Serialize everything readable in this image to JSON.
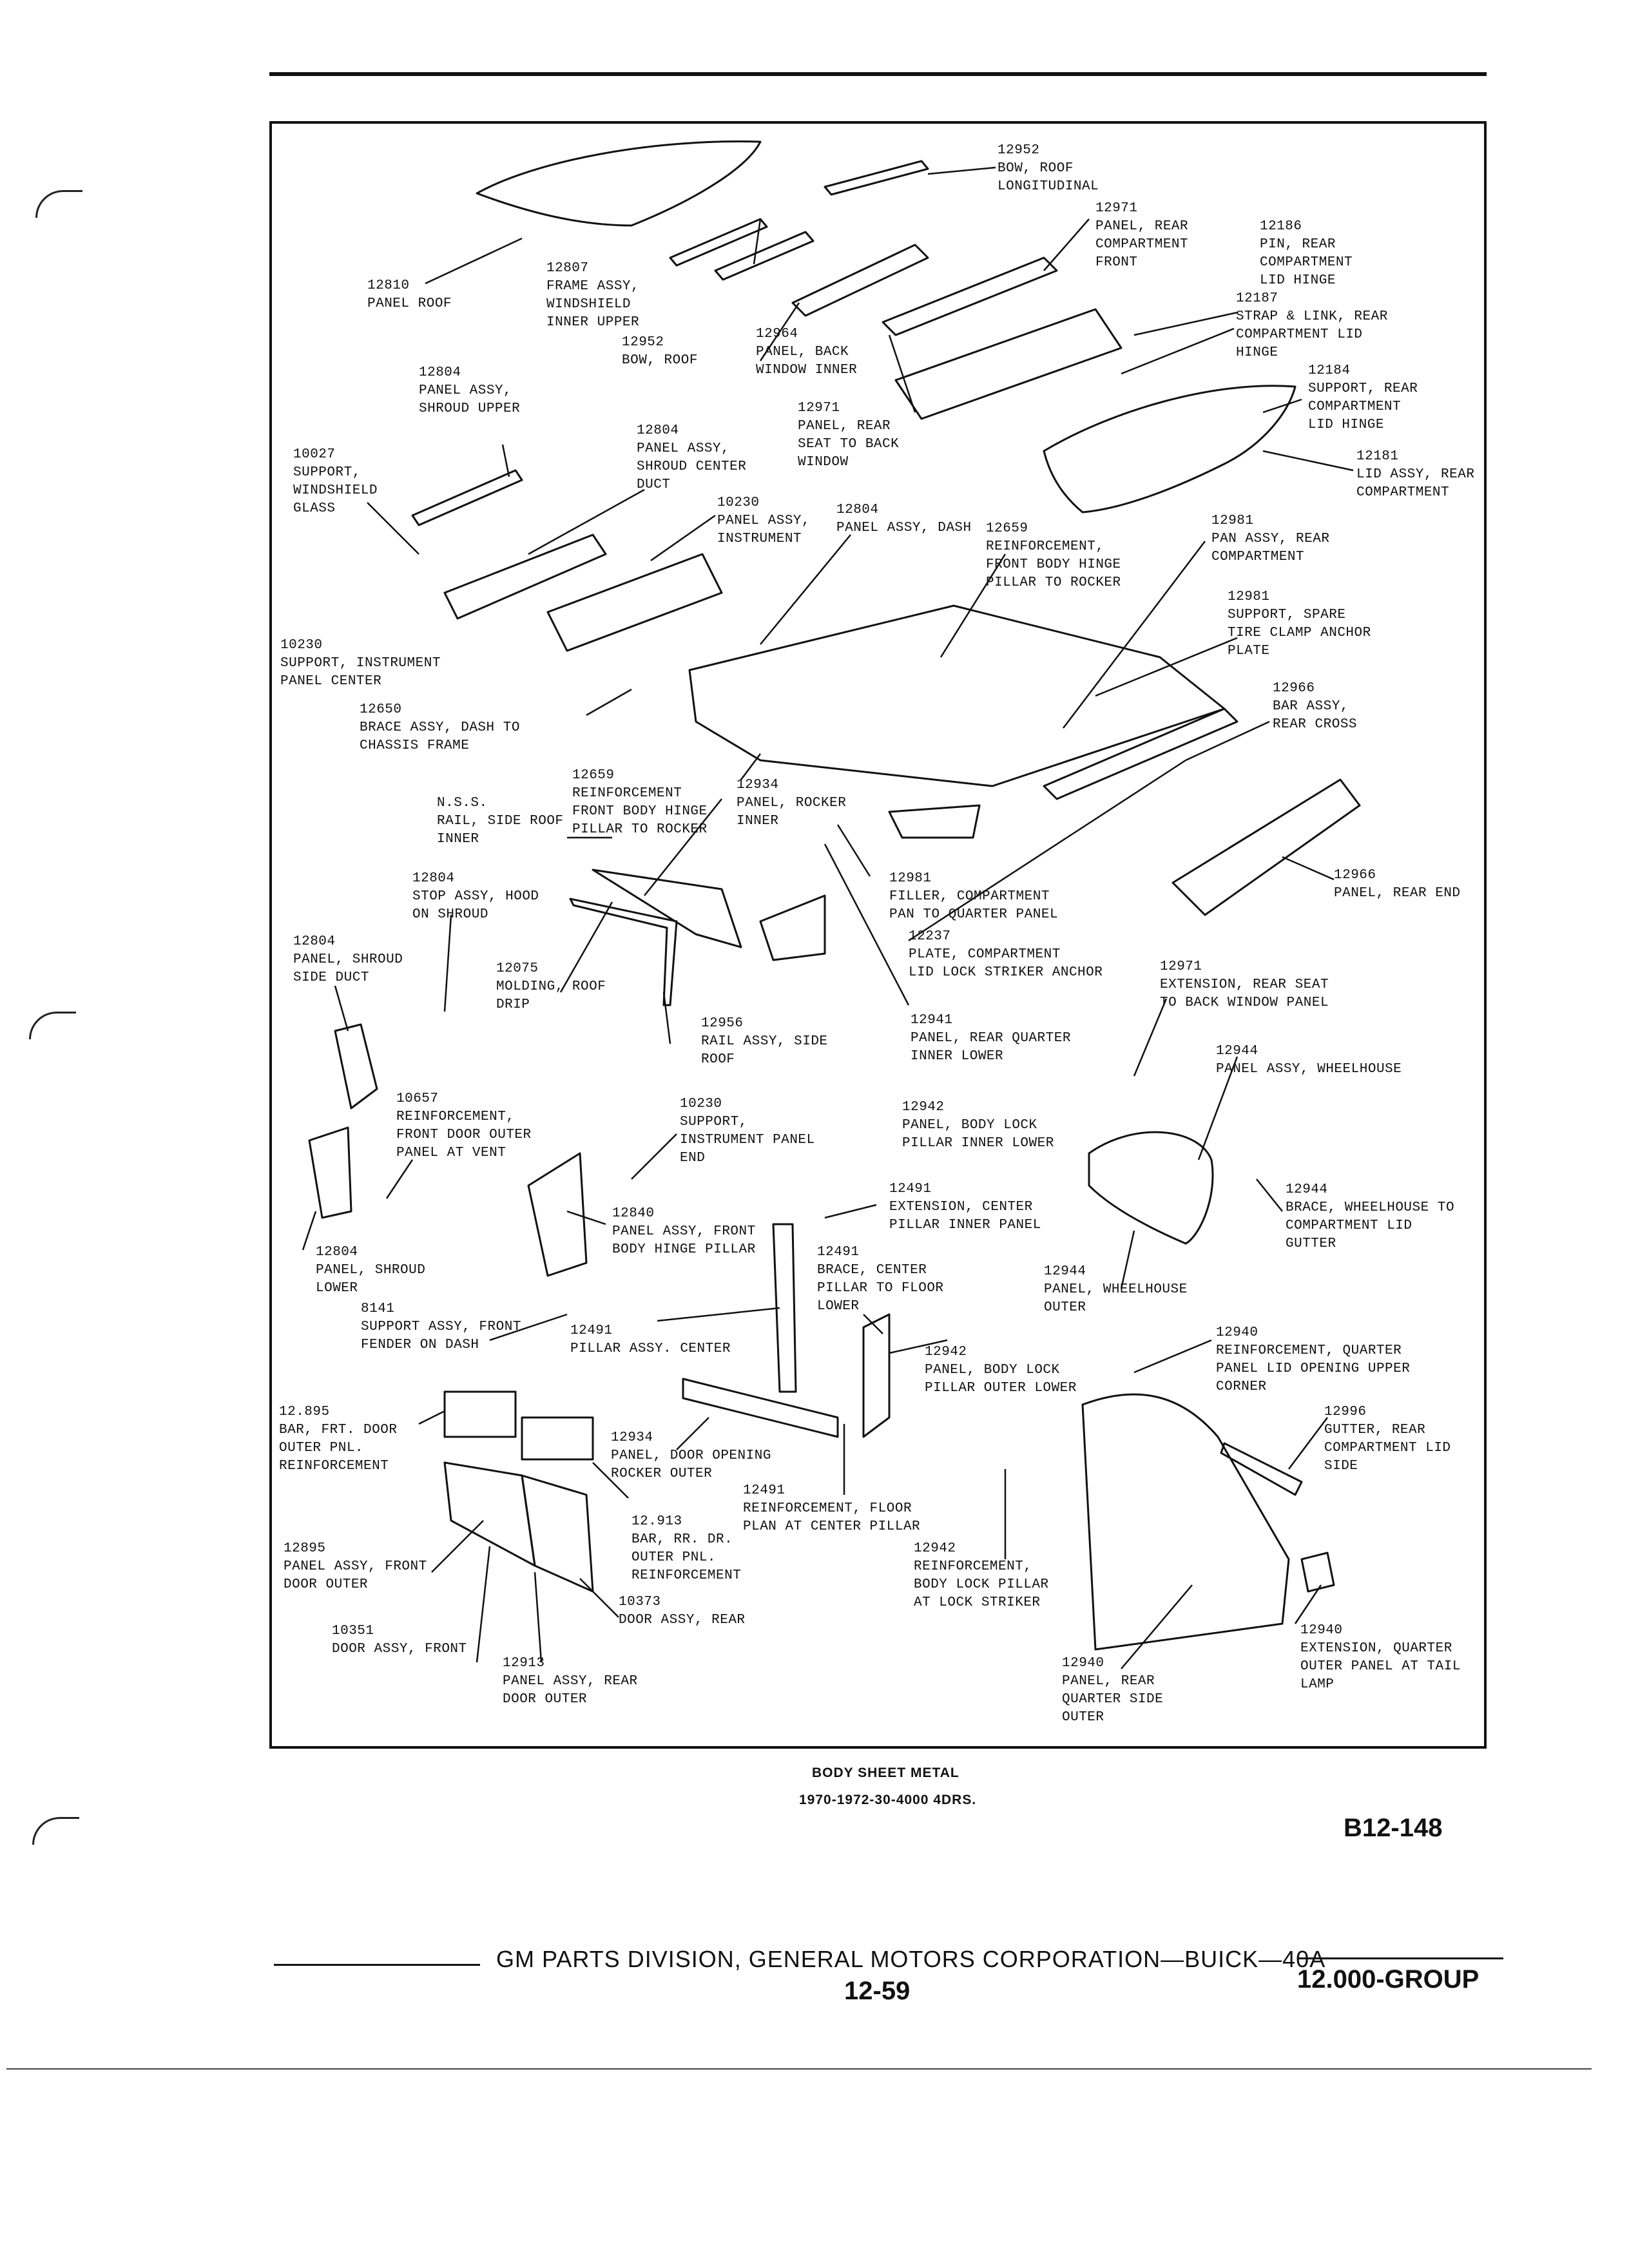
{
  "labels": [
    {
      "id": "12952-bow-roof-longitudinal",
      "text": "12952\nBOW, ROOF\nLONGITUDINAL"
    },
    {
      "id": "12971-panel-rear-comp-front",
      "text": "12971\nPANEL, REAR\nCOMPARTMENT\nFRONT"
    },
    {
      "id": "12186-pin-rear-comp-lid-hinge",
      "text": "12186\nPIN, REAR\nCOMPARTMENT\nLID HINGE"
    },
    {
      "id": "12187-strap-link",
      "text": "12187\nSTRAP & LINK, REAR\nCOMPARTMENT LID\nHINGE"
    },
    {
      "id": "12184-support-rear-comp-lid-hinge",
      "text": "12184\nSUPPORT, REAR\nCOMPARTMENT\nLID HINGE"
    },
    {
      "id": "12181-lid-assy-rear-comp",
      "text": "12181\nLID ASSY, REAR\nCOMPARTMENT"
    },
    {
      "id": "12810-panel-roof",
      "text": "12810\nPANEL ROOF"
    },
    {
      "id": "12807-frame-assy-windshield",
      "text": "12807\nFRAME ASSY,\nWINDSHIELD\nINNER UPPER"
    },
    {
      "id": "12952-bow-roof",
      "text": "12952\nBOW, ROOF"
    },
    {
      "id": "12964-panel-back-window-inner",
      "text": "12964\nPANEL, BACK\nWINDOW INNER"
    },
    {
      "id": "12971-panel-rear-seat-to-back-window",
      "text": "12971\nPANEL, REAR\nSEAT TO BACK\nWINDOW"
    },
    {
      "id": "12804-panel-assy-shroud-upper",
      "text": "12804\nPANEL ASSY,\nSHROUD UPPER"
    },
    {
      "id": "10027-support-windshield-glass",
      "text": "10027\nSUPPORT,\nWINDSHIELD\nGLASS"
    },
    {
      "id": "12804-panel-assy-shroud-center-duct",
      "text": "12804\nPANEL ASSY,\nSHROUD CENTER\nDUCT"
    },
    {
      "id": "10230-panel-assy-instrument",
      "text": "10230\nPANEL ASSY,\nINSTRUMENT"
    },
    {
      "id": "12804-panel-assy-dash",
      "text": "12804\nPANEL ASSY, DASH"
    },
    {
      "id": "12659-reinforcement-hinge-pillar-top",
      "text": "12659\nREINFORCEMENT,\nFRONT BODY HINGE\nPILLAR TO ROCKER"
    },
    {
      "id": "12981-pan-assy-rear-comp",
      "text": "12981\nPAN ASSY, REAR\nCOMPARTMENT"
    },
    {
      "id": "12981-support-spare-tire",
      "text": "12981\nSUPPORT, SPARE\nTIRE CLAMP ANCHOR\nPLATE"
    },
    {
      "id": "10230-support-instrument-panel-center",
      "text": "10230\nSUPPORT, INSTRUMENT\nPANEL CENTER"
    },
    {
      "id": "12650-brace-assy-dash",
      "text": "12650\nBRACE ASSY, DASH TO\nCHASSIS FRAME"
    },
    {
      "id": "12966-bar-assy-rear-cross",
      "text": "12966\nBAR ASSY,\nREAR CROSS"
    },
    {
      "id": "12659-reinforcement-hinge-pillar-mid",
      "text": "12659\nREINFORCEMENT\nFRONT BODY HINGE\nPILLAR TO ROCKER"
    },
    {
      "id": "12934-panel-rocker-inner",
      "text": "12934\nPANEL, ROCKER\nINNER"
    },
    {
      "id": "nss-rail-side-roof-inner",
      "text": "N.S.S.\nRAIL, SIDE ROOF\nINNER"
    },
    {
      "id": "12804-stop-assy-hood",
      "text": "12804\nSTOP ASSY, HOOD\nON SHROUD"
    },
    {
      "id": "12981-filler-comp-pan",
      "text": "12981\nFILLER, COMPARTMENT\nPAN TO QUARTER PANEL"
    },
    {
      "id": "12966-panel-rear-end",
      "text": "12966\nPANEL, REAR END"
    },
    {
      "id": "12237-plate-lid-lock-striker",
      "text": "12237\nPLATE, COMPARTMENT\nLID LOCK STRIKER ANCHOR"
    },
    {
      "id": "12804-panel-shroud-side-duct",
      "text": "12804\nPANEL, SHROUD\nSIDE DUCT"
    },
    {
      "id": "12075-molding-roof-drip",
      "text": "12075\nMOLDING, ROOF\nDRIP"
    },
    {
      "id": "12956-rail-assy-side-roof",
      "text": "12956\nRAIL ASSY, SIDE\nROOF"
    },
    {
      "id": "12941-panel-rear-quarter-inner-lower",
      "text": "12941\nPANEL, REAR QUARTER\nINNER LOWER"
    },
    {
      "id": "12971-extension-rear-seat",
      "text": "12971\nEXTENSION, REAR SEAT\nTO BACK WINDOW PANEL"
    },
    {
      "id": "12944-panel-assy-wheelhouse",
      "text": "12944\nPANEL ASSY, WHEELHOUSE"
    },
    {
      "id": "10657-reinforcement-front-door",
      "text": "10657\nREINFORCEMENT,\nFRONT DOOR OUTER\nPANEL AT VENT"
    },
    {
      "id": "10230-support-instrument-panel-end",
      "text": "10230\nSUPPORT,\nINSTRUMENT PANEL\nEND"
    },
    {
      "id": "12942-panel-body-lock-pillar-inner",
      "text": "12942\nPANEL, BODY LOCK\nPILLAR INNER LOWER"
    },
    {
      "id": "12491-extension-center-pillar",
      "text": "12491\nEXTENSION, CENTER\nPILLAR INNER PANEL"
    },
    {
      "id": "12944-brace-wheelhouse",
      "text": "12944\nBRACE, WHEELHOUSE TO\nCOMPARTMENT LID\nGUTTER"
    },
    {
      "id": "12840-panel-assy-front-hinge",
      "text": "12840\nPANEL ASSY, FRONT\nBODY HINGE PILLAR"
    },
    {
      "id": "12804-panel-shroud-lower",
      "text": "12804\nPANEL, SHROUD\nLOWER"
    },
    {
      "id": "12491-brace-center-pillar",
      "text": "12491\nBRACE, CENTER\nPILLAR TO FLOOR\nLOWER"
    },
    {
      "id": "12944-panel-wheelhouse-outer",
      "text": "12944\nPANEL, WHEELHOUSE\nOUTER"
    },
    {
      "id": "8141-support-assy-front-fender",
      "text": "8141\nSUPPORT ASSY, FRONT\nFENDER ON DASH"
    },
    {
      "id": "12491-pillar-assy-center",
      "text": "12491\nPILLAR ASSY. CENTER"
    },
    {
      "id": "12942-panel-body-lock-pillar-outer",
      "text": "12942\nPANEL, BODY LOCK\nPILLAR OUTER LOWER"
    },
    {
      "id": "12940-reinforcement-quarter-panel",
      "text": "12940\nREINFORCEMENT, QUARTER\nPANEL LID OPENING UPPER\nCORNER"
    },
    {
      "id": "12895-bar-frt-door",
      "text": "12.895\nBAR, FRT. DOOR\nOUTER PNL.\nREINFORCEMENT"
    },
    {
      "id": "12934-panel-door-opening-rocker",
      "text": "12934\nPANEL, DOOR OPENING\nROCKER OUTER"
    },
    {
      "id": "12996-gutter-rear-comp-lid",
      "text": "12996\nGUTTER, REAR\nCOMPARTMENT LID\nSIDE"
    },
    {
      "id": "12491-reinforcement-floor-plan",
      "text": "12491\nREINFORCEMENT, FLOOR\nPLAN AT CENTER PILLAR"
    },
    {
      "id": "12913-bar-rr-dr",
      "text": "12.913\nBAR, RR. DR.\nOUTER PNL.\nREINFORCEMENT"
    },
    {
      "id": "12895-panel-assy-front-door-outer",
      "text": "12895\nPANEL ASSY, FRONT\nDOOR OUTER"
    },
    {
      "id": "12942-reinforcement-body-lock-pillar",
      "text": "12942\nREINFORCEMENT,\nBODY LOCK PILLAR\nAT LOCK STRIKER"
    },
    {
      "id": "10373-door-assy-rear",
      "text": "10373\nDOOR ASSY, REAR"
    },
    {
      "id": "10351-door-assy-front",
      "text": "10351\nDOOR ASSY, FRONT"
    },
    {
      "id": "12913-panel-assy-rear-door-outer",
      "text": "12913\nPANEL ASSY, REAR\nDOOR OUTER"
    },
    {
      "id": "12940-extension-quarter-panel",
      "text": "12940\nEXTENSION, QUARTER\nOUTER PANEL AT TAIL\nLAMP"
    },
    {
      "id": "12940-panel-rear-quarter-side-outer",
      "text": "12940\nPANEL, REAR\nQUARTER SIDE\nOUTER"
    }
  ],
  "caption_title": "BODY SHEET METAL",
  "caption_subtitle": "1970-1972-30-4000 4DRS.",
  "code": "B12-148",
  "footer_text": "GM PARTS DIVISION, GENERAL MOTORS CORPORATION—BUICK—40A",
  "page_number": "12-59",
  "group": "12.000-GROUP"
}
